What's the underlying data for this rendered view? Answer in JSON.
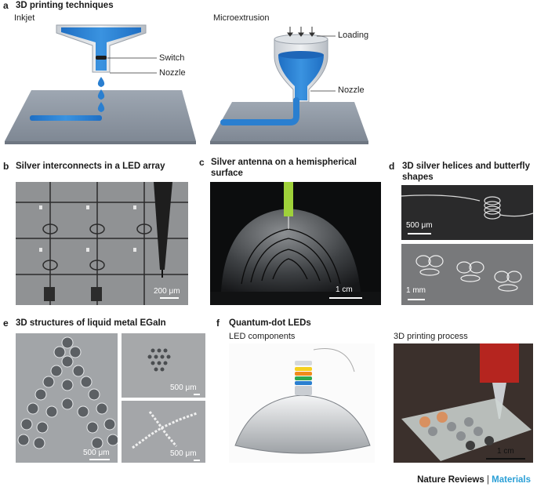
{
  "panel_a": {
    "letter": "a",
    "title": "3D printing techniques",
    "inkjet": {
      "label": "Inkjet",
      "switch_label": "Switch",
      "nozzle_label": "Nozzle"
    },
    "microextrusion": {
      "label": "Microextrusion",
      "loading_label": "Loading",
      "nozzle_label": "Nozzle"
    }
  },
  "panel_b": {
    "letter": "b",
    "title": "Silver interconnects in a LED array",
    "scale": "200 μm"
  },
  "panel_c": {
    "letter": "c",
    "title_line1": "Silver antenna on a hemispherical",
    "title_line2": "surface",
    "scale": "1 cm"
  },
  "panel_d": {
    "letter": "d",
    "title_line1": "3D silver helices and butterfly",
    "title_line2": "shapes",
    "scale_top": "500 μm",
    "scale_bottom": "1 mm"
  },
  "panel_e": {
    "letter": "e",
    "title": "3D structures of liquid metal EGaIn",
    "scale_main": "500 μm",
    "scale_top_right": "500 μm",
    "scale_bottom_right": "500 μm"
  },
  "panel_f": {
    "letter": "f",
    "title": "Quantum-dot LEDs",
    "left_label": "LED components",
    "right_label": "3D printing process",
    "scale": "1 cm"
  },
  "footer": {
    "journal": "Nature Reviews",
    "separator": "|",
    "section": "Materials"
  },
  "colors": {
    "ink_blue": "#2a7fd0",
    "accent": "#2a9fd6",
    "substrate": "#8d97a4"
  }
}
